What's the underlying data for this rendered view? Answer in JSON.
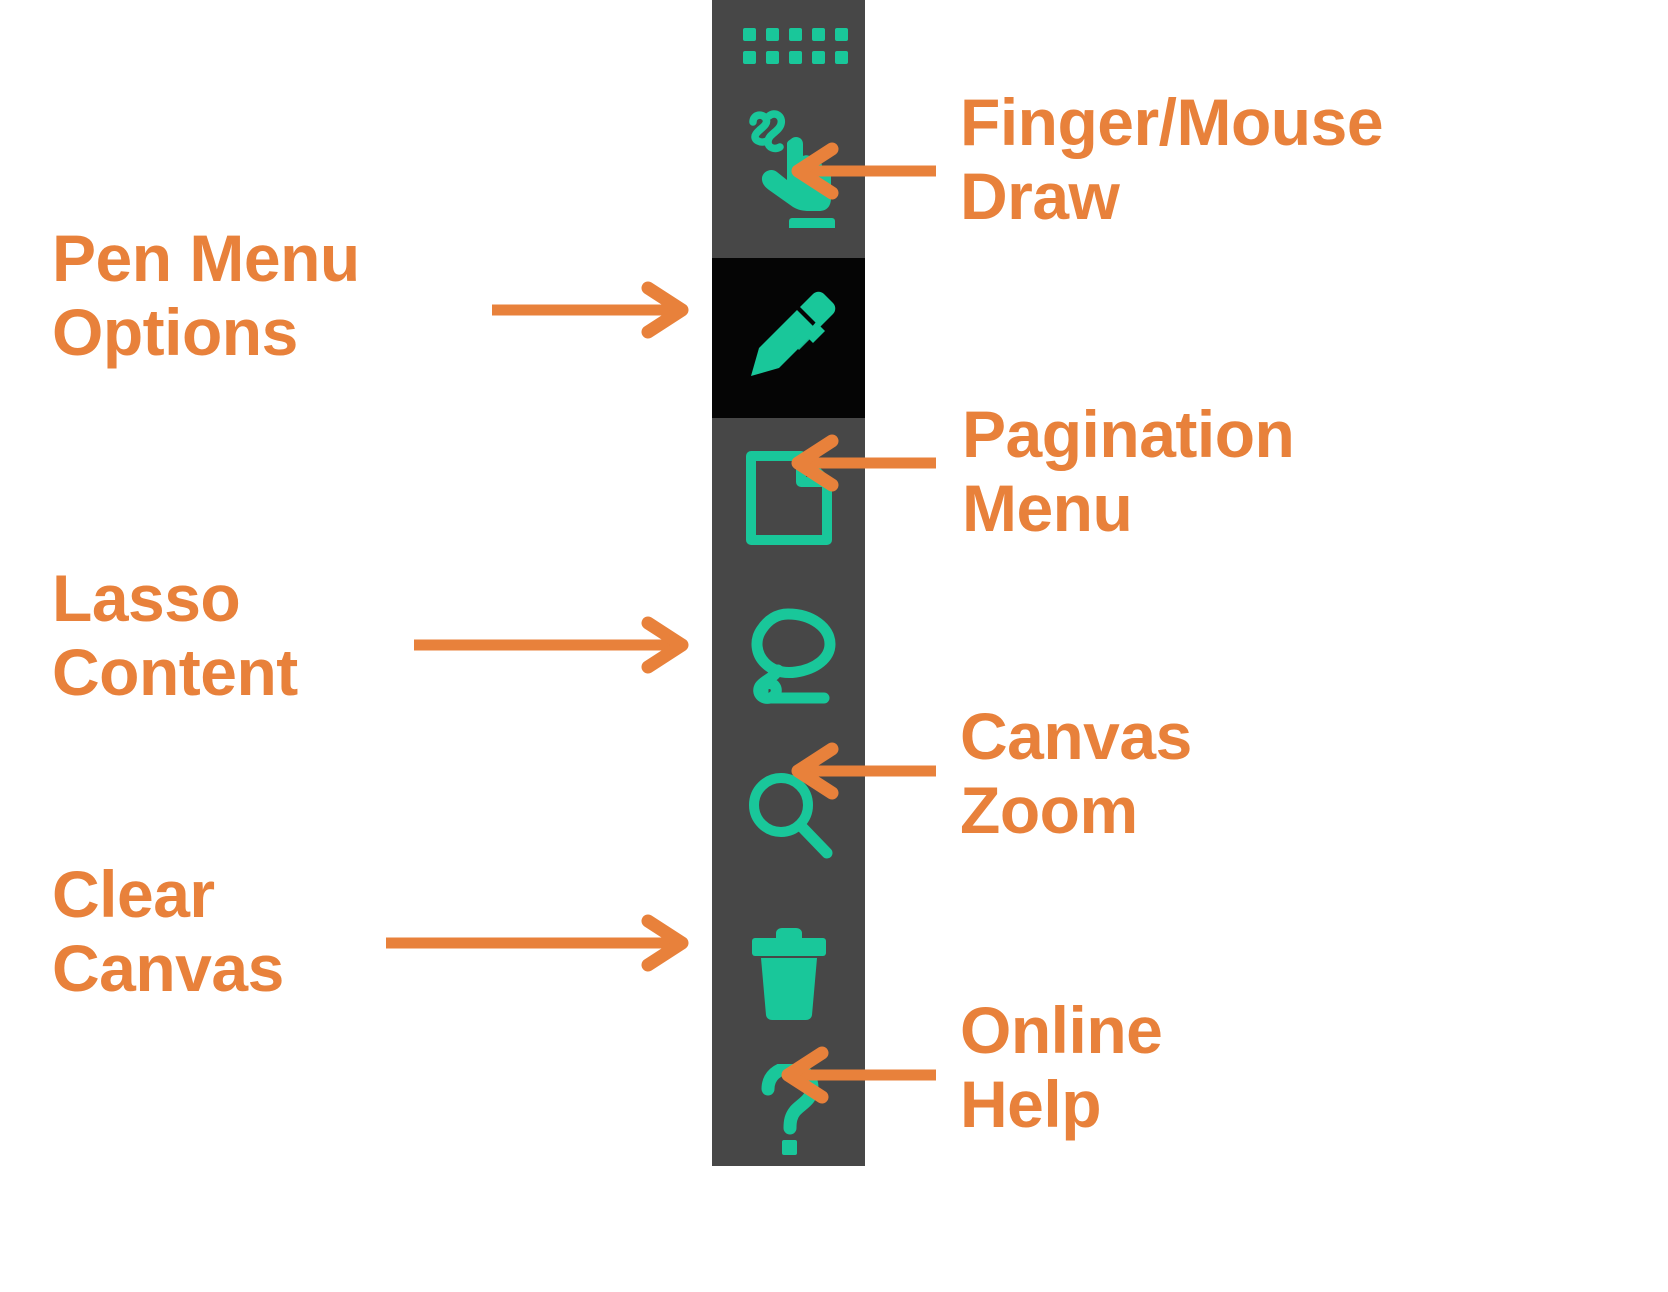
{
  "meta": {
    "accent_orange": "#E8813B",
    "toolbar_bg": "#474747",
    "toolbar_active_bg": "#050505",
    "icon_teal": "#19C79A",
    "page_bg": "#FFFFFF"
  },
  "toolbar": {
    "name": "vertical-tool-palette",
    "items": [
      {
        "id": "grid-handle",
        "icon": "grid-dots-icon",
        "label": "",
        "selected": false
      },
      {
        "id": "finger-draw",
        "icon": "finger-draw-icon",
        "label": "",
        "selected": false
      },
      {
        "id": "pen-menu",
        "icon": "pen-icon",
        "label": "",
        "selected": true
      },
      {
        "id": "pagination",
        "icon": "page-icon",
        "label": "",
        "selected": false
      },
      {
        "id": "lasso",
        "icon": "lasso-icon",
        "label": "",
        "selected": false
      },
      {
        "id": "canvas-zoom",
        "icon": "magnifier-icon",
        "label": "",
        "selected": false
      },
      {
        "id": "clear-canvas",
        "icon": "trash-icon",
        "label": "",
        "selected": false
      },
      {
        "id": "online-help",
        "icon": "question-mark-icon",
        "label": "",
        "selected": false
      }
    ]
  },
  "annotations": {
    "finger_draw": {
      "text": "Finger/Mouse\nDraw",
      "side": "right"
    },
    "pen_menu": {
      "text": "Pen Menu\nOptions",
      "side": "left"
    },
    "pagination": {
      "text": "Pagination\nMenu",
      "side": "right"
    },
    "lasso": {
      "text": "Lasso\nContent",
      "side": "left"
    },
    "canvas_zoom": {
      "text": "Canvas\nZoom",
      "side": "right"
    },
    "clear_canvas": {
      "text": "Clear\nCanvas",
      "side": "left"
    },
    "online_help": {
      "text": "Online\nHelp",
      "side": "right"
    }
  }
}
